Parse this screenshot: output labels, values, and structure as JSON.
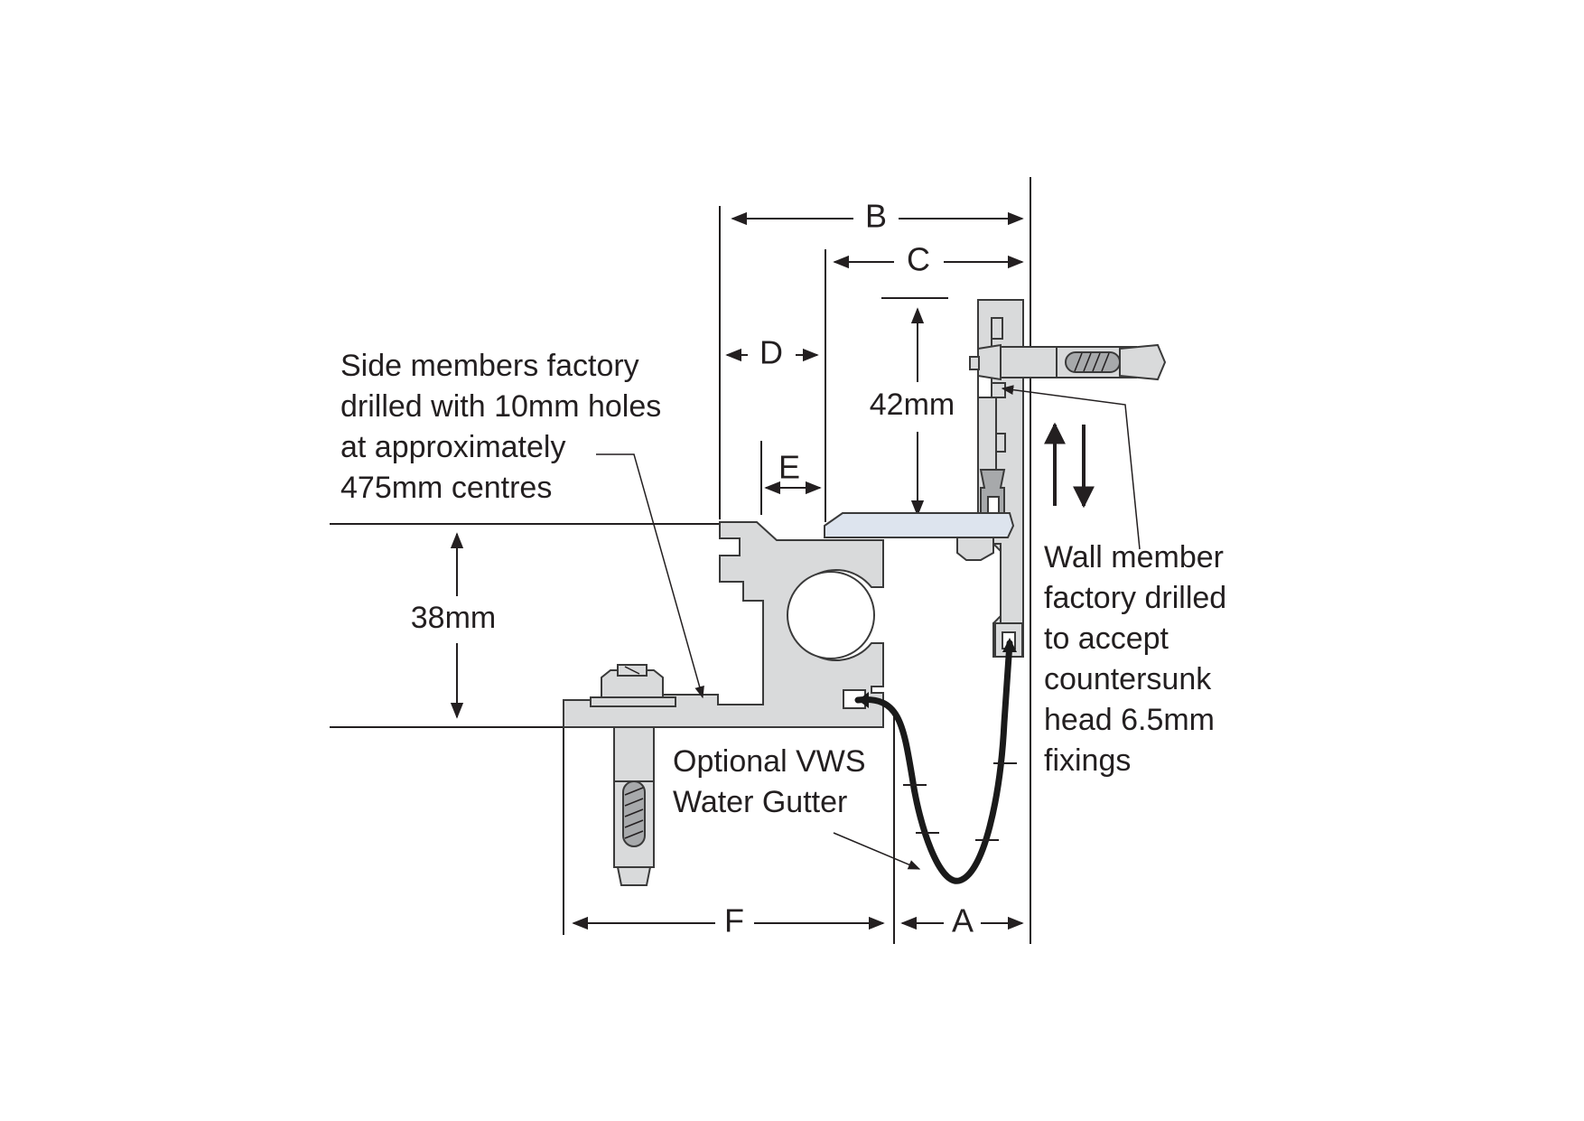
{
  "dimensions": {
    "A": "A",
    "B": "B",
    "C": "C",
    "D": "D",
    "E": "E",
    "F": "F",
    "height_42": "42mm",
    "height_38": "38mm"
  },
  "notes": {
    "side_members": [
      "Side members factory",
      "drilled with 10mm holes",
      "at approximately",
      "475mm centres"
    ],
    "wall_member": [
      "Wall member",
      "factory drilled",
      "to accept",
      "countersunk",
      "head 6.5mm",
      "fixings"
    ],
    "gutter": [
      "Optional VWS",
      "Water Gutter"
    ]
  },
  "colors": {
    "line": "#231f20",
    "aluminium": "#d9dadb",
    "aluminium_dark": "#a7a9ab",
    "tread": "#dde4ee",
    "gutter": "#1a1a1a"
  }
}
